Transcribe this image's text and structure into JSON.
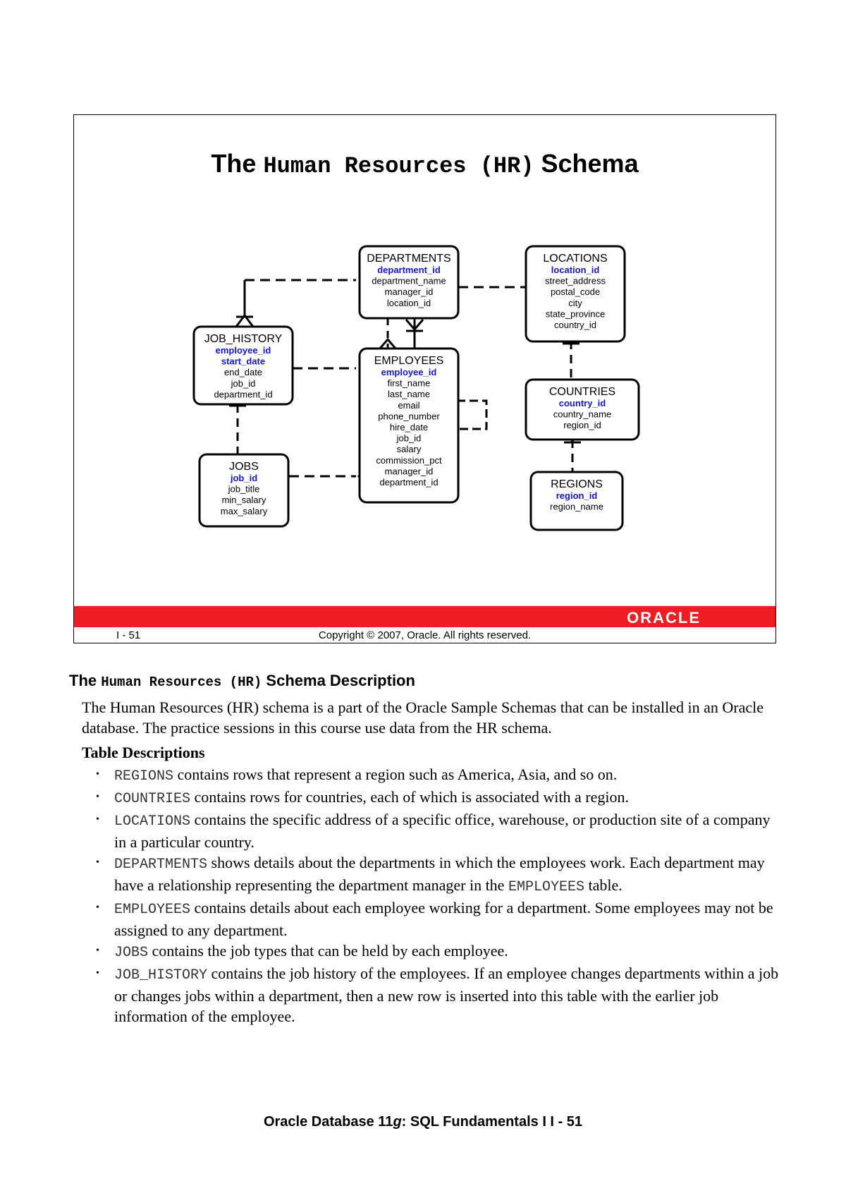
{
  "slide": {
    "title_pre": "The",
    "title_mono": "Human Resources (HR)",
    "title_post": "Schema",
    "logo_text": "ORACLE",
    "slide_number": "I - 51",
    "copyright": "Copyright © 2007, Oracle. All rights reserved."
  },
  "diagram": {
    "entities": [
      {
        "name": "DEPARTMENTS",
        "keys": [
          "department_id"
        ],
        "columns": [
          "department_name",
          "manager_id",
          "location_id"
        ]
      },
      {
        "name": "LOCATIONS",
        "keys": [
          "location_id"
        ],
        "columns": [
          "street_address",
          "postal_code",
          "city",
          "state_province",
          "country_id"
        ]
      },
      {
        "name": "JOB_HISTORY",
        "keys": [
          "employee_id",
          "start_date"
        ],
        "columns": [
          "end_date",
          "job_id",
          "department_id"
        ]
      },
      {
        "name": "EMPLOYEES",
        "keys": [
          "employee_id"
        ],
        "columns": [
          "first_name",
          "last_name",
          "email",
          "phone_number",
          "hire_date",
          "job_id",
          "salary",
          "commission_pct",
          "manager_id",
          "department_id"
        ]
      },
      {
        "name": "COUNTRIES",
        "keys": [
          "country_id"
        ],
        "columns": [
          "country_name",
          "region_id"
        ]
      },
      {
        "name": "JOBS",
        "keys": [
          "job_id"
        ],
        "columns": [
          "job_title",
          "min_salary",
          "max_salary"
        ]
      },
      {
        "name": "REGIONS",
        "keys": [
          "region_id"
        ],
        "columns": [
          "region_name"
        ]
      }
    ],
    "key_color": "#1414c8"
  },
  "description": {
    "heading_pre": "The",
    "heading_mono": "Human Resources (HR)",
    "heading_post": "Schema Description",
    "paragraph": "The Human Resources (HR) schema is a part of the Oracle Sample Schemas that can be installed in an Oracle database. The practice sessions in this course use data from the HR schema.",
    "table_heading": "Table Descriptions",
    "bullets": [
      {
        "table": "REGIONS",
        "text": "contains rows that represent a region such as America, Asia, and so on."
      },
      {
        "table": "COUNTRIES",
        "text": "contains rows for countries, each of which is associated with a region."
      },
      {
        "table": "LOCATIONS",
        "text": "contains the specific address of a specific office, warehouse, or production site of a company in a particular country."
      },
      {
        "table": "DEPARTMENTS",
        "text": "shows details about the departments in which the employees work. Each department may have a relationship representing the department manager in the",
        "table2": "EMPLOYEES",
        "text2": "table."
      },
      {
        "table": "EMPLOYEES",
        "text": "contains details about each employee working for a department. Some employees may not be assigned to any department."
      },
      {
        "table": "JOBS",
        "text": "contains the job types that can be held by each employee."
      },
      {
        "table": "JOB_HISTORY",
        "text": "contains the job history of the employees. If an employee changes departments within a job or changes jobs within a department, then a new row is inserted into this table with the earlier job information of the employee."
      }
    ]
  },
  "footer": {
    "pre": "Oracle Database 11",
    "italic": "g",
    "post": ": SQL Fundamentals I   I - 51"
  },
  "colors": {
    "red_bar": "#ee1c23"
  }
}
